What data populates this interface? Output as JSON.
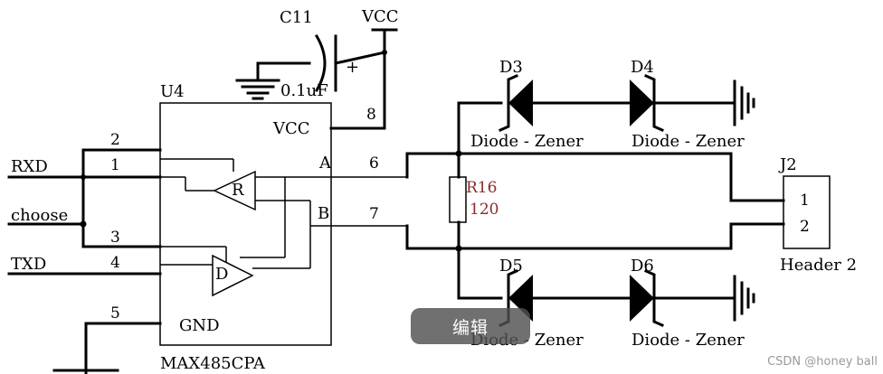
{
  "capacitor": {
    "ref": "C11",
    "value": "0.1uF",
    "polarity": "+"
  },
  "power": {
    "vcc_label": "VCC"
  },
  "ic": {
    "ref": "U4",
    "part": "MAX485CPA",
    "pin_vcc": "VCC",
    "pin_gnd": "GND",
    "pin_a": "A",
    "pin_b": "B",
    "receiver": "R",
    "driver": "D"
  },
  "pins": {
    "p1": "1",
    "p2": "2",
    "p3": "3",
    "p4": "4",
    "p5": "5",
    "p6": "6",
    "p7": "7",
    "p8": "8"
  },
  "signals": {
    "rxd": "RXD",
    "choose": "choose",
    "txd": "TXD"
  },
  "resistor": {
    "ref": "R16",
    "value": "120"
  },
  "diodes": [
    {
      "ref": "D3",
      "type": "Diode - Zener"
    },
    {
      "ref": "D4",
      "type": "Diode - Zener"
    },
    {
      "ref": "D5",
      "type": "Diode - Zener"
    },
    {
      "ref": "D6",
      "type": "Diode - Zener"
    }
  ],
  "connector": {
    "ref": "J2",
    "pin1": "1",
    "pin2": "2",
    "name": "Header 2"
  },
  "overlay": {
    "edit_label": "编辑"
  },
  "watermark": "CSDN @honey ball"
}
